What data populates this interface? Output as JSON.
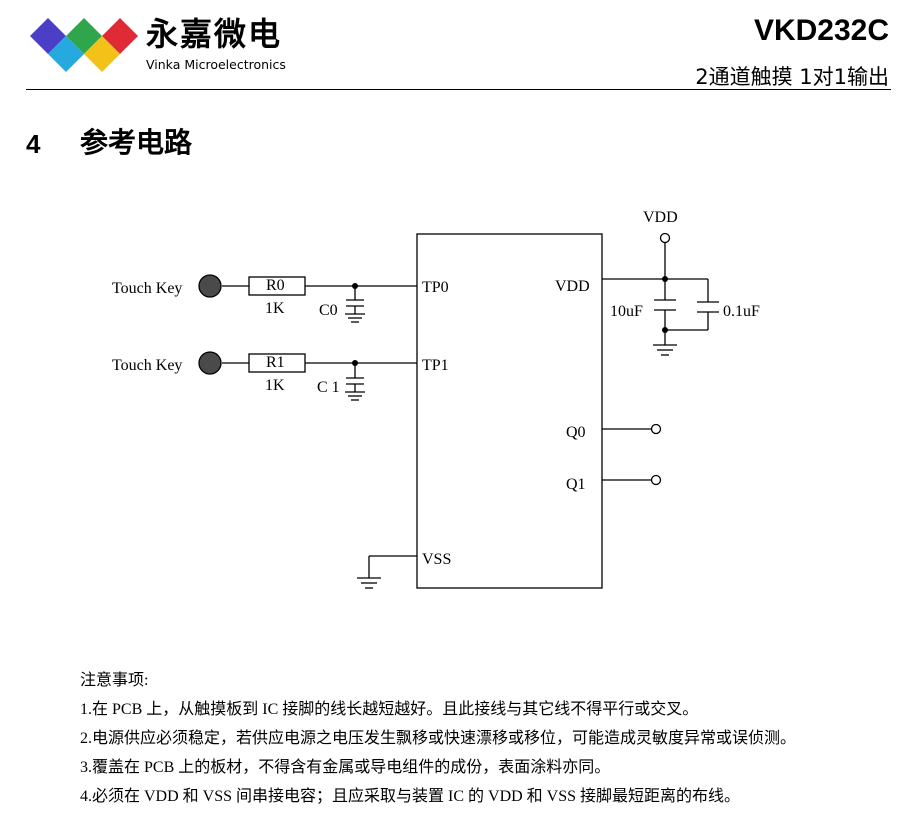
{
  "header": {
    "brand_cn": "永嘉微电",
    "brand_en": "Vinka Microelectronics",
    "title": "VKD232C",
    "subtitle": "2通道触摸 1对1输出"
  },
  "section": {
    "number": "4",
    "title": "参考电路"
  },
  "schematic": {
    "touch_key_label": "Touch Key",
    "r0_name": "R0",
    "r0_value": "1K",
    "c0_name": "C0",
    "r1_name": "R1",
    "r1_value": "1K",
    "c1_name": "C 1",
    "pin_tp0": "TP0",
    "pin_tp1": "TP1",
    "pin_vdd": "VDD",
    "pin_q0": "Q0",
    "pin_q1": "Q1",
    "pin_vss": "VSS",
    "supply_label": "VDD",
    "cap_10uf": "10uF",
    "cap_01uf": "0.1uF"
  },
  "notes": {
    "heading": "注意事项:",
    "items": [
      "1.在 PCB 上，从触摸板到 IC 接脚的线长越短越好。且此接线与其它线不得平行或交叉。",
      "2.电源供应必须稳定，若供应电源之电压发生飘移或快速漂移或移位，可能造成灵敏度异常或误侦测。",
      "3.覆盖在 PCB 上的板材，不得含有金属或导电组件的成份，表面涂料亦同。",
      "4.必须在 VDD 和 VSS 间串接电容；且应采取与装置 IC 的 VDD 和 VSS 接脚最短距离的布线。"
    ]
  }
}
